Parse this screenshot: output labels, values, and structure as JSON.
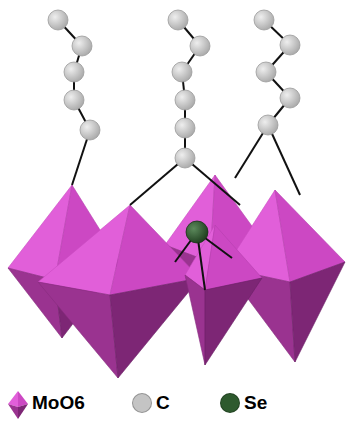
{
  "diagram": {
    "legend": [
      {
        "text": "MoO6"
      },
      {
        "text": "C",
        "color": "#c4c4c4"
      },
      {
        "text": "Se",
        "color": "#2e5a2e"
      }
    ]
  }
}
